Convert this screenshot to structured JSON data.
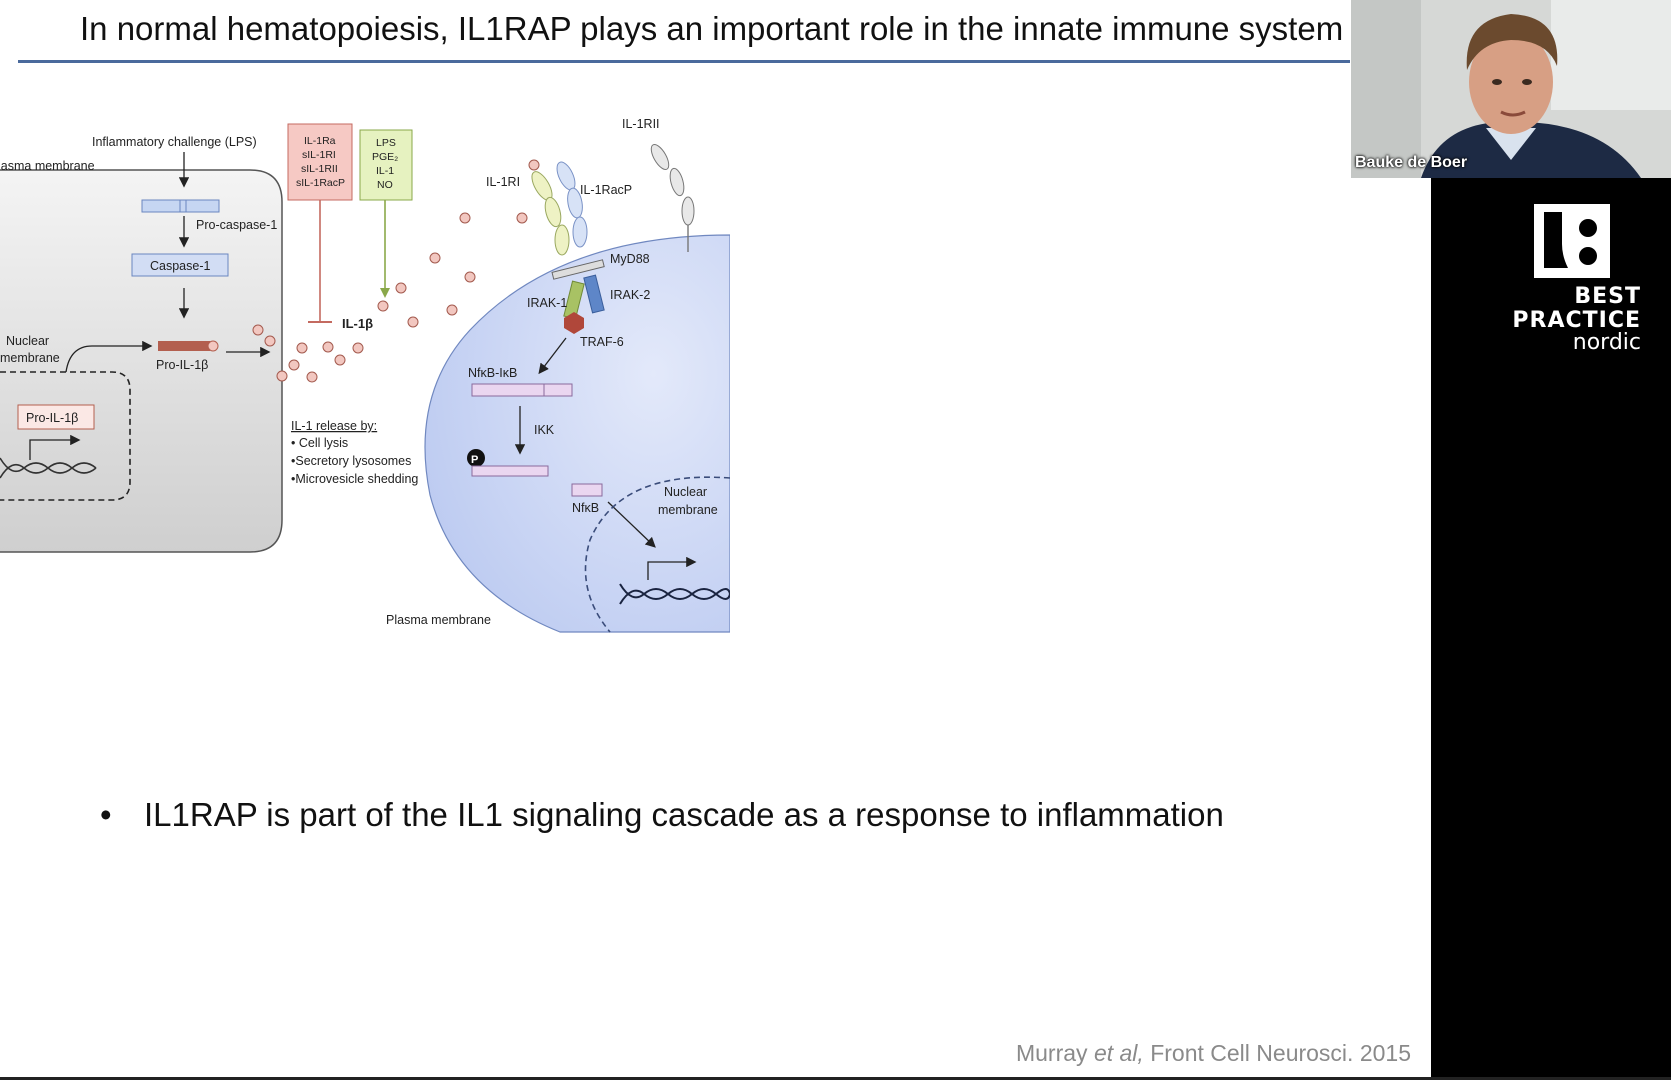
{
  "slide": {
    "title": "In normal hematopoiesis, IL1RAP plays an important role in the innate immune system",
    "bullet": "IL1RAP is part of the IL1 signaling cascade as a response to inflammation",
    "bullet_marker": "•",
    "citation_author": "Murray et al,",
    "citation_source": "Front Cell Neurosci. 2015"
  },
  "diagram": {
    "inflammatory_challenge": "Inflammatory challenge (LPS)",
    "plasma_membrane_left": "lasma membrane",
    "pro_caspase": "Pro-caspase-1",
    "caspase": "Caspase-1",
    "nuclear_membrane_left_1": "Nuclear",
    "nuclear_membrane_left_2": "membrane",
    "pro_il1b_cyto": "Pro-IL-1β",
    "pro_il1b_nuc": "Pro-IL-1β",
    "inhibitor_lines": [
      "IL-1Ra",
      "sIL-1RI",
      "sIL-1RII",
      "sIL-1RacP"
    ],
    "activator_lines": [
      "LPS",
      "PGE₂",
      "IL-1",
      "NO"
    ],
    "il1b": "IL-1β",
    "release_title": "IL-1 release by:",
    "release_items": [
      "• Cell lysis",
      "•Secretory lysosomes",
      "•Microvesicle shedding"
    ],
    "il1rii": "IL-1RII",
    "il1ri": "IL-1RI",
    "il1racp": "IL-1RacP",
    "myd88": "MyD88",
    "irak1": "IRAK-1",
    "irak2": "IRAK-2",
    "traf6": "TRAF-6",
    "nfkb_ikb": "NfκB-IκB",
    "ikk": "IKK",
    "phospho": "P",
    "nfkb": "NfκB",
    "nuclear_membrane_right_1": "Nuclear",
    "nuclear_membrane_right_2": "membrane",
    "plasma_membrane_right": "Plasma membrane"
  },
  "webcam": {
    "speaker_name": "Bauke de Boer"
  },
  "branding": {
    "line1": "BEST",
    "line2": "PRACTICE",
    "line3": "nordic"
  },
  "colors": {
    "title_rule": "#4a6a9c",
    "cell_left": "#d9d9d9",
    "cell_right": "#c8d4f2",
    "inhibitor_box": "#f6c9c4",
    "activator_box": "#e6f2c0"
  }
}
